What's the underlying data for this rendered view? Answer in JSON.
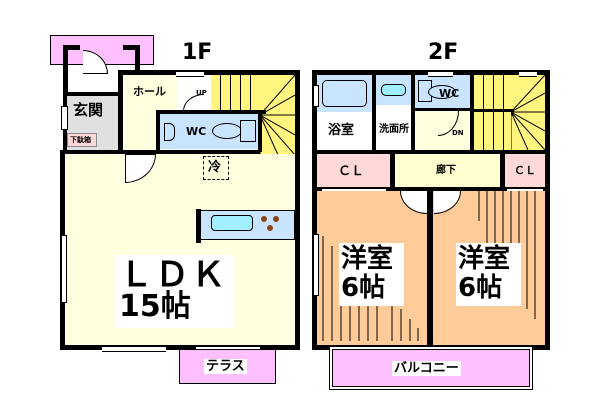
{
  "floors": [
    {
      "title": "1F",
      "rooms": {
        "entrance": "玄関",
        "shoe_box": "下駄箱",
        "hall": "ホール",
        "up": "UP",
        "wc": "WC",
        "fridge": "冷",
        "ldk_name": "ＬＤＫ",
        "ldk_size": "15帖",
        "terrace": "テラス"
      }
    },
    {
      "title": "2F",
      "rooms": {
        "bathroom": "浴室",
        "washroom": "洗面所",
        "wc": "WC",
        "down": "DN",
        "closet_left": "ＣＬ",
        "corridor": "廊下",
        "closet_right": "ＣＬ",
        "western_left_name": "洋室",
        "western_left_size": "6帖",
        "western_right_name": "洋室",
        "western_right_size": "6帖",
        "balcony": "バルコニー"
      }
    }
  ],
  "colors": {
    "wall": "#000000",
    "entrance_porch": "#ffc0ff",
    "hall_ldk": "#ffffe0",
    "wc_bath": "#c8e4ff",
    "stairs": "#fff57f",
    "closet": "#ffd8d8",
    "western": "#ffcc99",
    "corridor": "#ffffd0",
    "terrace_balcony": "#ffc0ff",
    "entrance_floor": "#e0e0e0"
  }
}
